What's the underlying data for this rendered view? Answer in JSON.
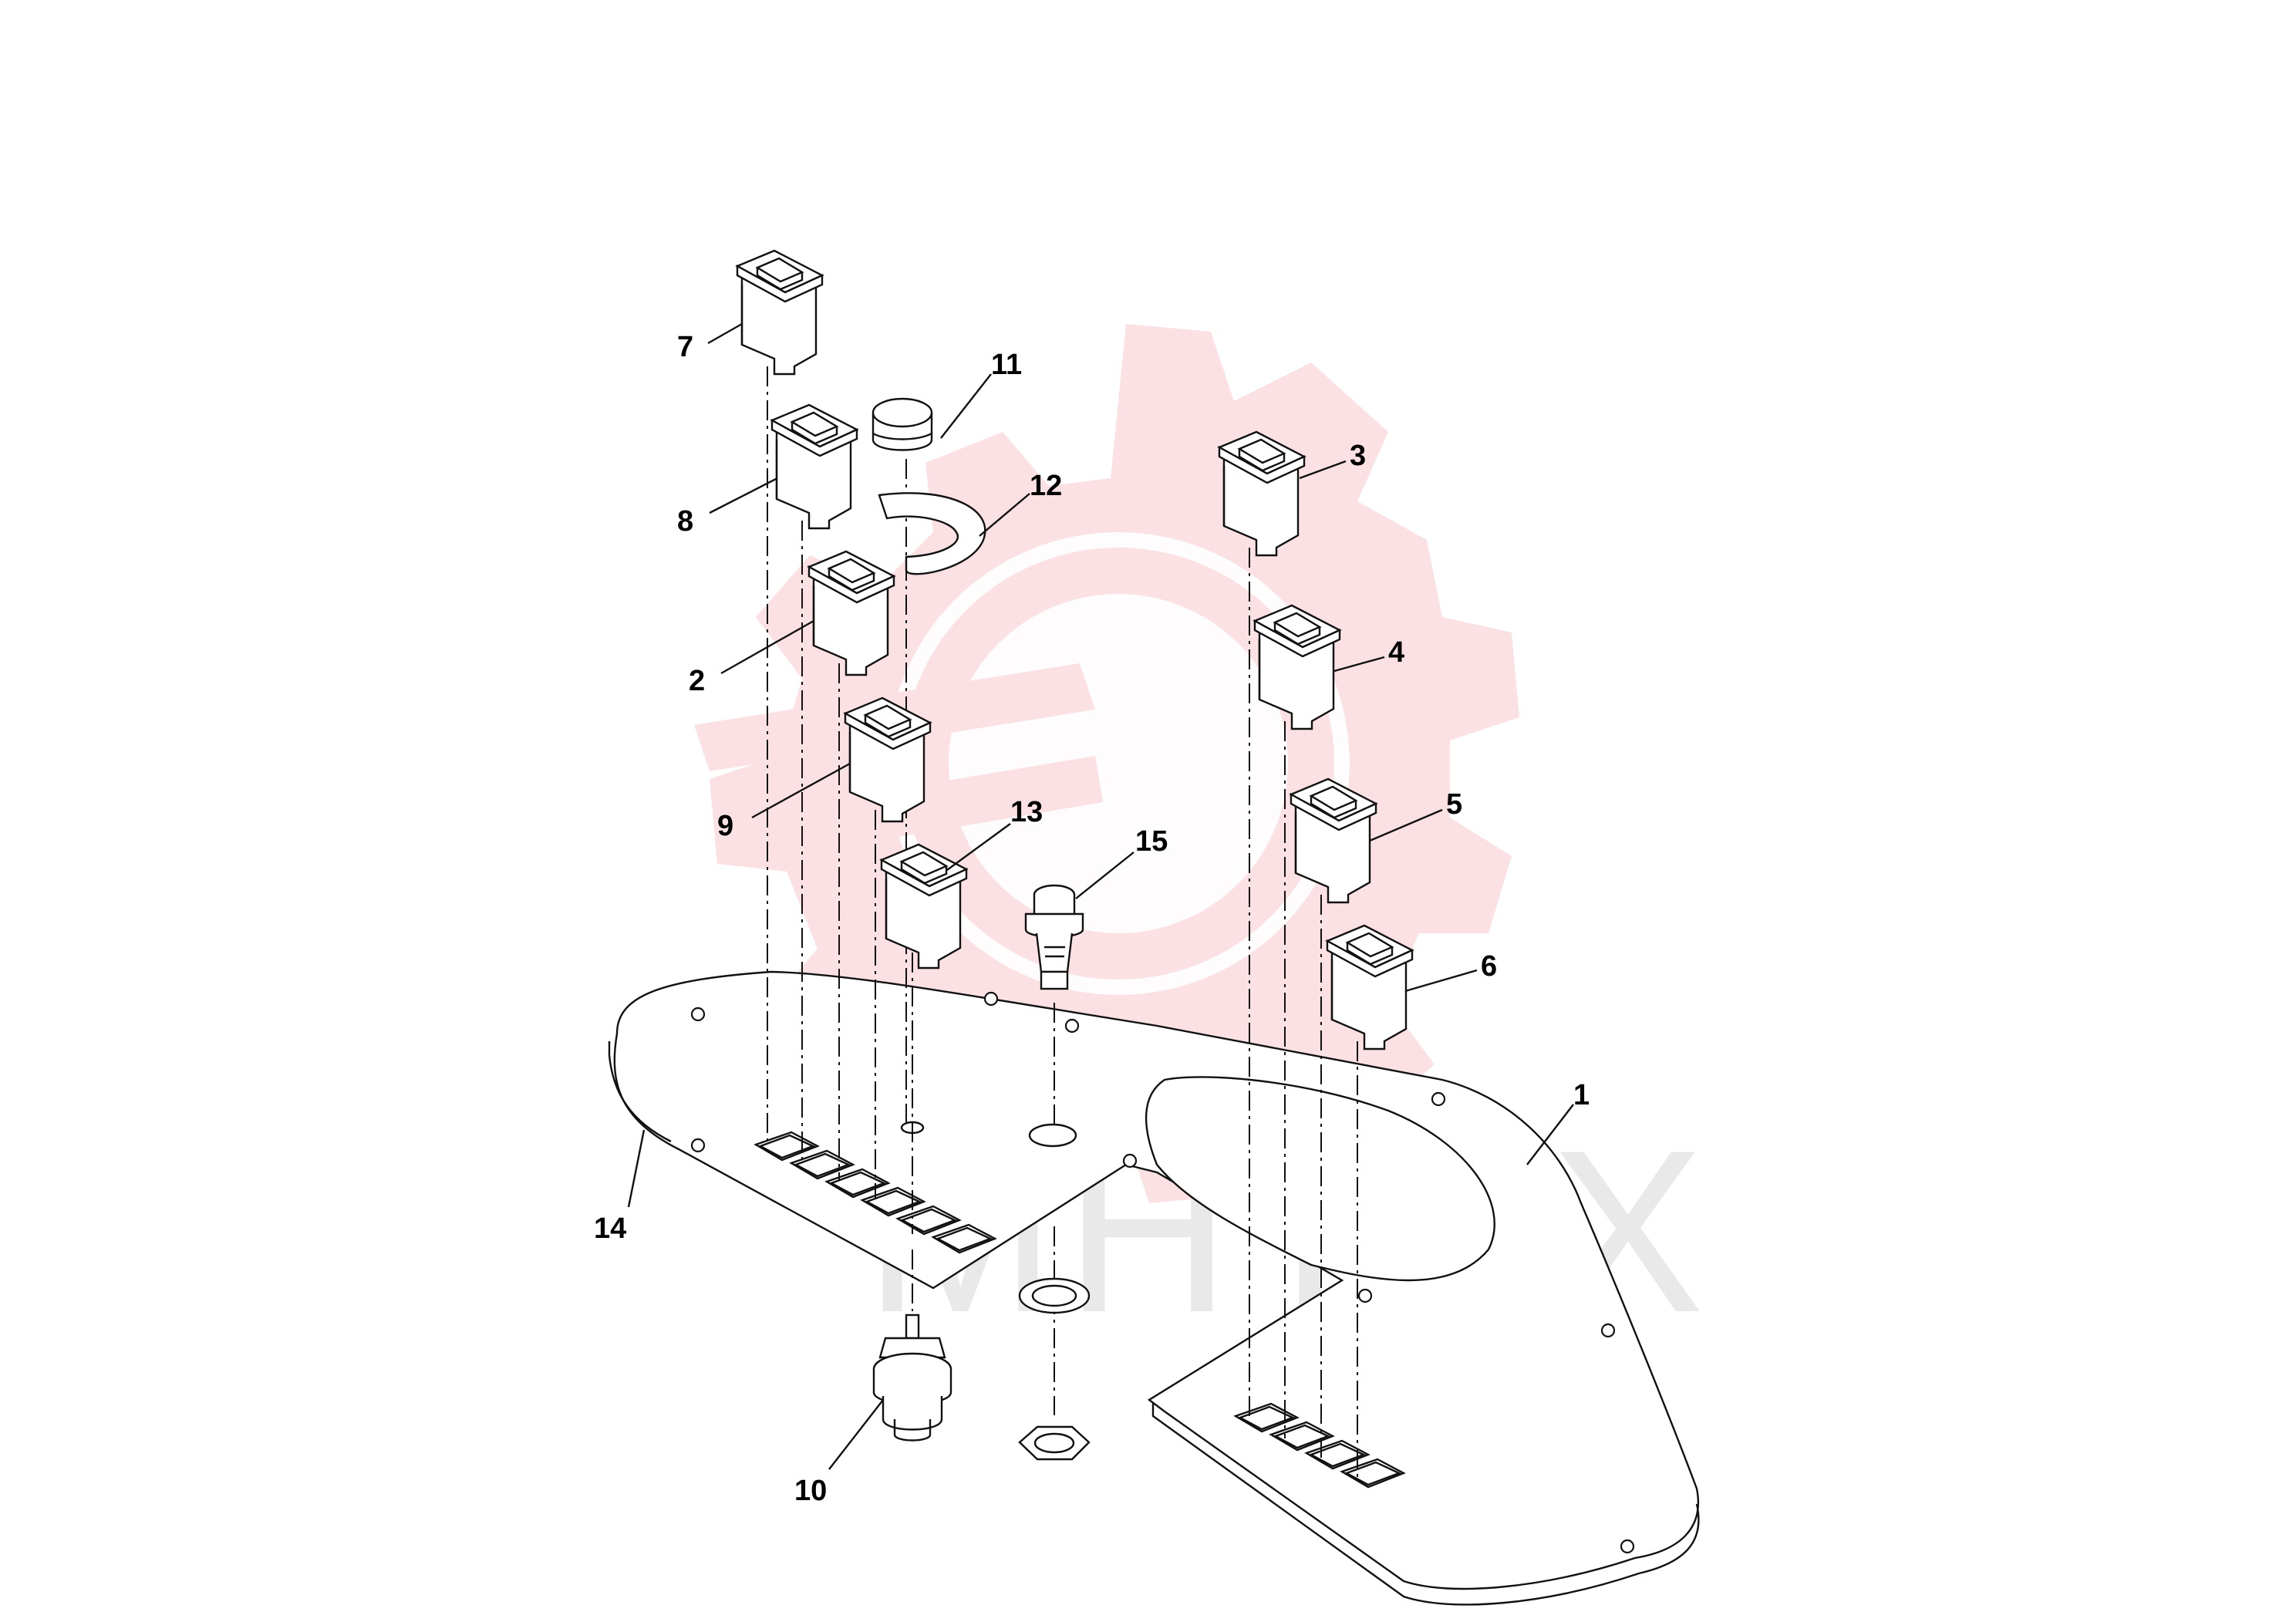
{
  "watermark": {
    "text": "MHTEX",
    "gear_color": "#f6c9cc",
    "text_color": "#d0d0d0",
    "icon": "gear-watermark-icon"
  },
  "callouts": {
    "c1": "1",
    "c2": "2",
    "c3": "3",
    "c4": "4",
    "c5": "5",
    "c6": "6",
    "c7": "7",
    "c8": "8",
    "c9": "9",
    "c10": "10",
    "c11": "11",
    "c12": "12",
    "c13": "13",
    "c14": "14",
    "c15": "15"
  },
  "parts": {
    "rocker_switch_icon": "rocker-switch-icon",
    "cap_icon": "cap-icon",
    "indicator_icon": "indicator-lamp-icon",
    "socket_icon": "socket-icon"
  }
}
